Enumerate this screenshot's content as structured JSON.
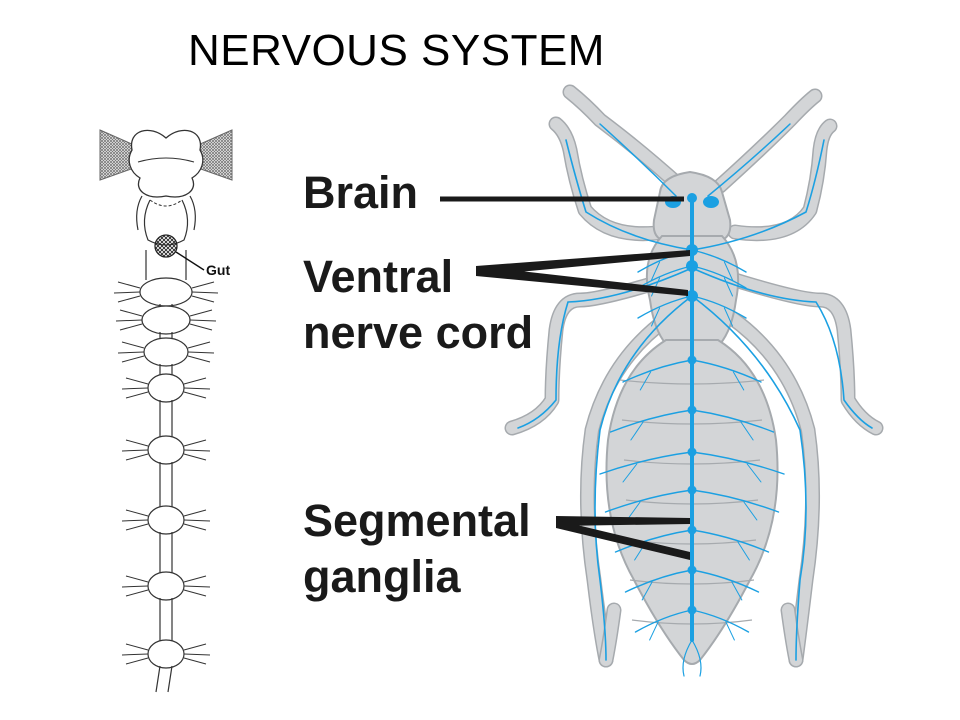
{
  "slide": {
    "title": "NERVOUS SYSTEM"
  },
  "diagram": {
    "labels": {
      "brain": "Brain",
      "ventral_line1": "Ventral",
      "ventral_line2": "nerve cord",
      "segmental_line1": "Segmental",
      "segmental_line2": "ganglia",
      "gut": "Gut"
    },
    "colors": {
      "body": "#d3d5d7",
      "outline": "#a6aaae",
      "nerve": "#1ba0e2",
      "leader": "#1a1a1a"
    }
  }
}
